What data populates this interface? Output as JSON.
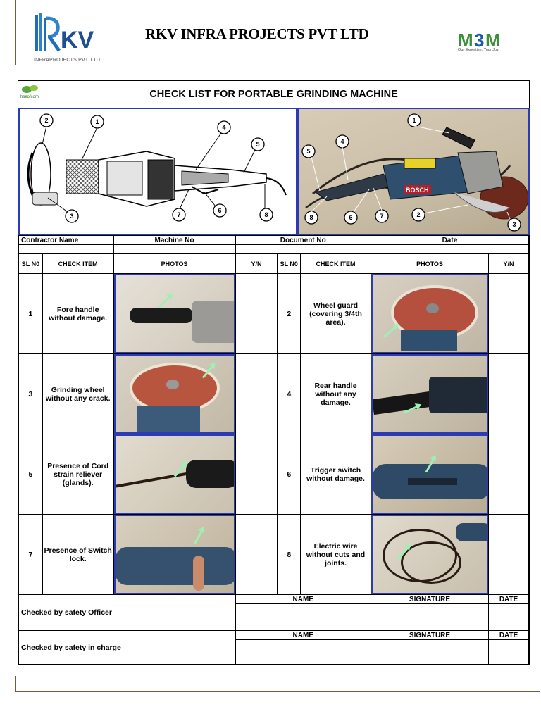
{
  "header": {
    "company_logo_text": "INFRAPROJECTS PVT. LTD.",
    "company_name": "RKV INFRA PROJECTS PVT LTD",
    "client_logo_text": "M3M",
    "client_tagline": "Our Expertise. Your Joy."
  },
  "sheet": {
    "hse_logo_text": "hseofcom",
    "title": "CHECK LIST FOR PORTABLE GRINDING MACHINE"
  },
  "meta": {
    "contractor_label": "Contractor Name",
    "machine_label": "Machine No",
    "document_label": "Document No",
    "date_label": "Date"
  },
  "columns": {
    "sl_no": "SL N0",
    "check_item": "CHECK ITEM",
    "photos": "PHOTOS",
    "yn": "Y/N"
  },
  "items": [
    {
      "no": "1",
      "text": "Fore handle without damage."
    },
    {
      "no": "2",
      "text": "Wheel guard (covering 3/4th area)."
    },
    {
      "no": "3",
      "text": "Grinding wheel without any crack."
    },
    {
      "no": "4",
      "text": "Rear handle without any damage."
    },
    {
      "no": "5",
      "text": "Presence of Cord strain reliever (glands)."
    },
    {
      "no": "6",
      "text": "Trigger switch without damage."
    },
    {
      "no": "7",
      "text": "Presence of Switch lock."
    },
    {
      "no": "8",
      "text": "Electric wire without cuts and joints."
    }
  ],
  "diagram_callouts": [
    "1",
    "2",
    "3",
    "4",
    "5",
    "6",
    "7",
    "8"
  ],
  "photo_brand": "BOSCH",
  "signoff": [
    {
      "label": "Checked by  safety Officer",
      "name": "NAME",
      "signature": "SIGNATURE",
      "date": "DATE"
    },
    {
      "label": "Checked by  safety in charge",
      "name": "NAME",
      "signature": "SIGNATURE",
      "date": "DATE"
    }
  ],
  "colors": {
    "photo_border": "#2b3bb3",
    "arrow": "#9ff0b4",
    "frame": "#7a5a3c"
  }
}
